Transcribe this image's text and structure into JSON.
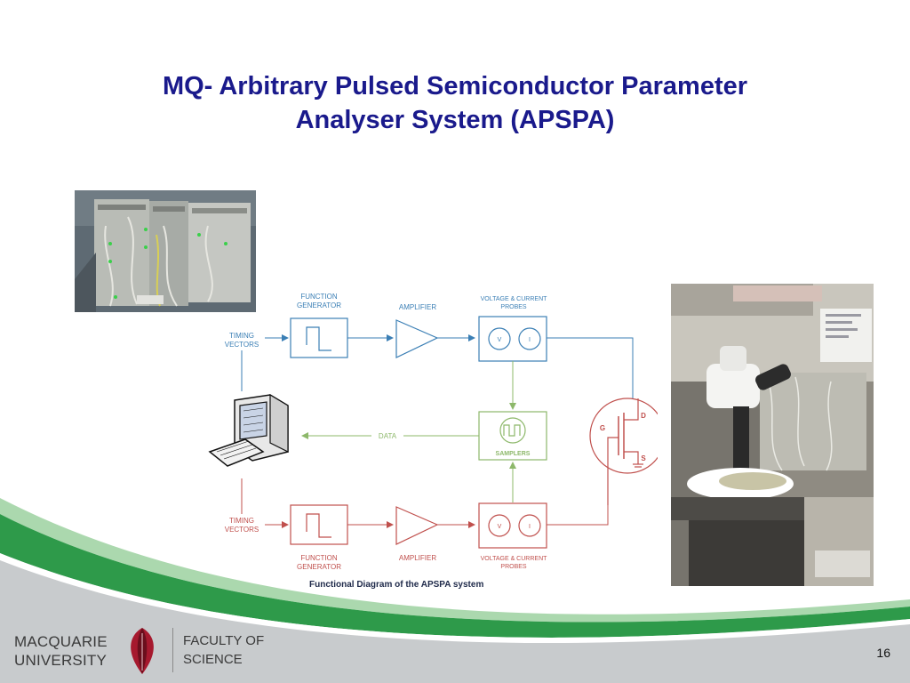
{
  "slide": {
    "title_line1": "MQ- Arbitrary Pulsed Semiconductor Parameter",
    "title_line2": "Analyser System (APSPA)",
    "page_number": "16"
  },
  "diagram": {
    "top_timing_line1": "TIMING",
    "top_timing_line2": "VECTORS",
    "top_fg_line1": "FUNCTION",
    "top_fg_line2": "GENERATOR",
    "top_amplifier": "AMPLIFIER",
    "top_probes_line1": "VOLTAGE & CURRENT",
    "top_probes_line2": "PROBES",
    "v_symbol": "V",
    "i_symbol": "I",
    "data_label": "DATA",
    "samplers_label": "SAMPLERS",
    "gate": "G",
    "drain": "D",
    "source": "S",
    "bottom_timing_line1": "TIMING",
    "bottom_timing_line2": "VECTORS",
    "bottom_fg_line1": "FUNCTION",
    "bottom_fg_line2": "GENERATOR",
    "bottom_amplifier": "AMPLIFIER",
    "bottom_probes_line1": "VOLTAGE & CURRENT",
    "bottom_probes_line2": "PROBES",
    "caption": "Functional Diagram of the APSPA system"
  },
  "footer": {
    "university_line1": "MACQUARIE",
    "university_line2": "UNIVERSITY",
    "faculty_line1": "FACULTY OF",
    "faculty_line2": "SCIENCE"
  },
  "colors": {
    "title": "#1a1a8c",
    "diagram_blue": "#3b7fb5",
    "diagram_green": "#8db86a",
    "diagram_red": "#c0504d",
    "footer_green": "#2e9a4a",
    "footer_gray": "#c8cbcd"
  }
}
